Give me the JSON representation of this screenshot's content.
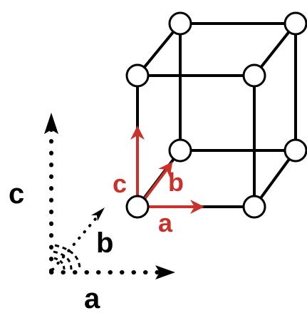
{
  "axes_reference": {
    "a_label": "a",
    "b_label": "b",
    "c_label": "c"
  },
  "unit_cell_vectors": {
    "a_label": "a",
    "b_label": "b",
    "c_label": "c"
  },
  "colors": {
    "lattice": "#000000",
    "lattice_vectors": "#c8322a",
    "node_fill": "#ffffff"
  },
  "lattice_node_count": 8
}
